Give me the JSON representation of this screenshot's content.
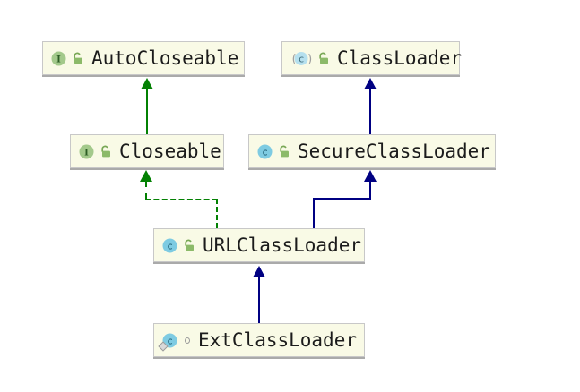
{
  "diagram": {
    "type": "uml-class-diagram",
    "nodes": [
      {
        "label": "AutoCloseable",
        "kind": "interface",
        "visibility": "public"
      },
      {
        "label": "ClassLoader",
        "kind": "abstract-class",
        "visibility": "public"
      },
      {
        "label": "Closeable",
        "kind": "interface",
        "visibility": "public"
      },
      {
        "label": "SecureClassLoader",
        "kind": "class",
        "visibility": "public"
      },
      {
        "label": "URLClassLoader",
        "kind": "class",
        "visibility": "public"
      },
      {
        "label": "ExtClassLoader",
        "kind": "static-nested-class",
        "visibility": "package-private"
      }
    ],
    "edges": [
      {
        "from": "Closeable",
        "to": "AutoCloseable",
        "relation": "extends",
        "style": "solid",
        "color": "#038103"
      },
      {
        "from": "SecureClassLoader",
        "to": "ClassLoader",
        "relation": "extends",
        "style": "solid",
        "color": "#000082"
      },
      {
        "from": "URLClassLoader",
        "to": "Closeable",
        "relation": "implements",
        "style": "dashed",
        "color": "#038103"
      },
      {
        "from": "URLClassLoader",
        "to": "SecureClassLoader",
        "relation": "extends",
        "style": "solid",
        "color": "#000082"
      },
      {
        "from": "ExtClassLoader",
        "to": "URLClassLoader",
        "relation": "extends",
        "style": "solid",
        "color": "#000082"
      }
    ],
    "colors": {
      "background": "#ffffff",
      "node_fill": "#f9fae6",
      "node_border": "#c8c8c8",
      "interface_edge": "#038103",
      "class_edge": "#000082",
      "interface_icon_fill": "#a3c98b",
      "class_icon_fill": "#7ecbe2"
    },
    "icons": {
      "interface_letter": "I",
      "class_letter": "c"
    }
  }
}
